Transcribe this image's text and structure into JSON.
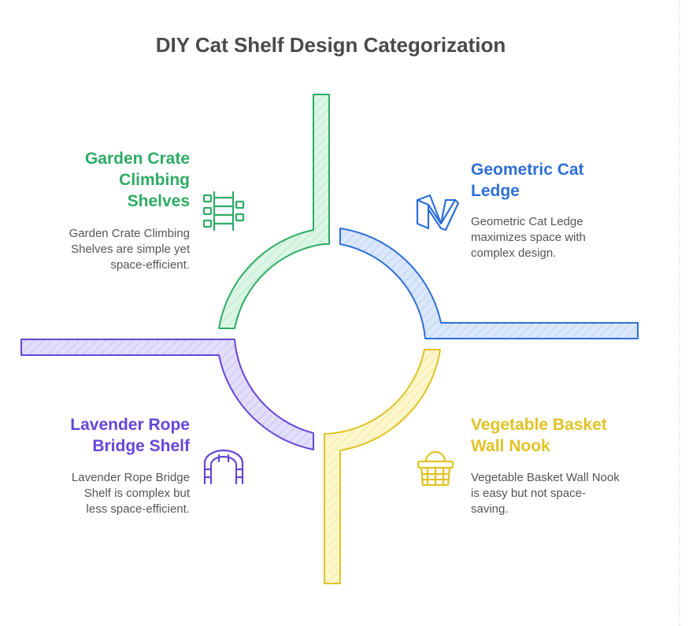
{
  "title": "DIY Cat Shelf Design Categorization",
  "quadrants": [
    {
      "heading_lines": [
        "Garden Crate",
        "Climbing",
        "Shelves"
      ],
      "description_lines": [
        "Garden Crate Climbing",
        "Shelves are simple yet",
        "space-efficient."
      ],
      "color": "#2eab64",
      "fill": "#dcf6e6",
      "icon": "crate-ladder-icon"
    },
    {
      "heading_lines": [
        "Geometric Cat",
        "Ledge"
      ],
      "description_lines": [
        "Geometric Cat Ledge",
        "maximizes space with",
        "complex design."
      ],
      "color": "#2f6fd6",
      "fill": "#dbe7fa",
      "icon": "geometric-ledge-icon"
    },
    {
      "heading_lines": [
        "Lavender Rope",
        "Bridge Shelf"
      ],
      "description_lines": [
        "Lavender Rope Bridge",
        "Shelf is complex but",
        "less space-efficient."
      ],
      "color": "#6547d6",
      "fill": "#e3defa",
      "icon": "rope-bridge-icon"
    },
    {
      "heading_lines": [
        "Vegetable Basket",
        "Wall Nook"
      ],
      "description_lines": [
        "Vegetable Basket Wall Nook",
        "is easy but not space-",
        "saving."
      ],
      "color": "#e1c324",
      "fill": "#fbf6cc",
      "icon": "basket-icon"
    }
  ]
}
